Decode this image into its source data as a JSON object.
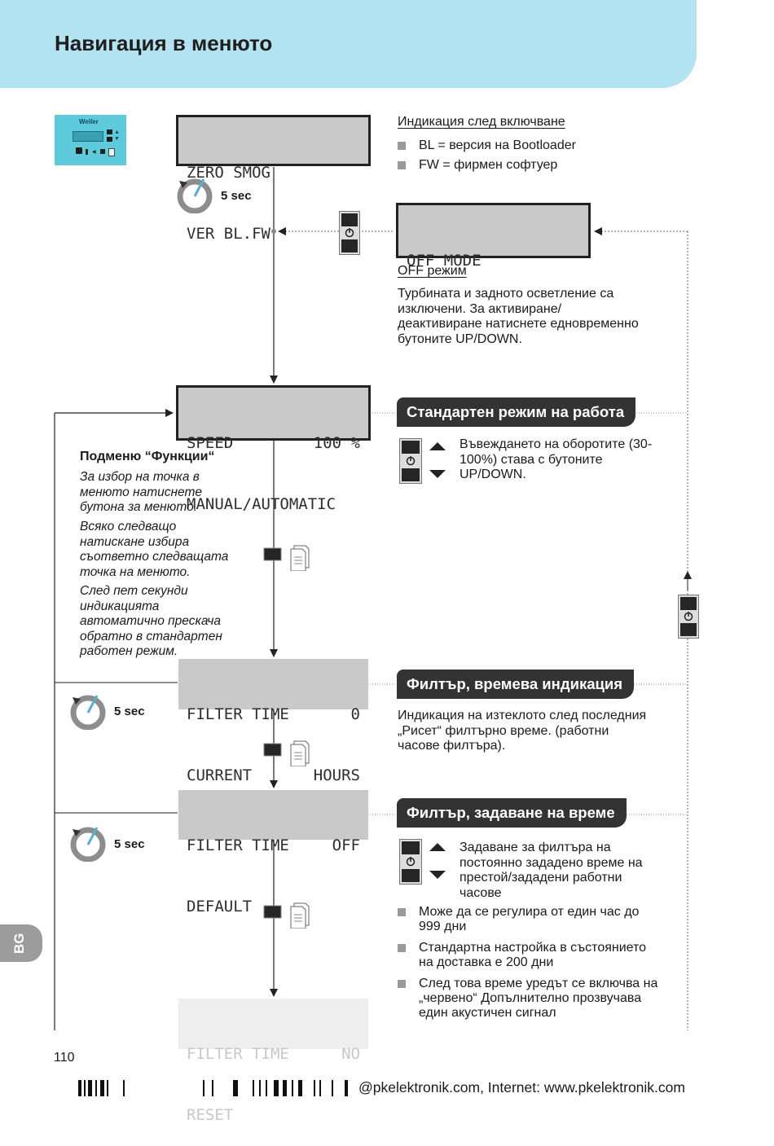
{
  "header": {
    "title": "Навигация в менюто"
  },
  "lcd": {
    "startup": {
      "line1": "ZERO SMOG",
      "line2": "VER BL.FW"
    },
    "off_mode": {
      "line1": "OFF MODE"
    },
    "speed": {
      "line1_left": "SPEED",
      "line1_right": "100 %",
      "line2": "MANUAL/AUTOMATIC"
    },
    "filter_current": {
      "line1_left": "FILTER TIME",
      "line1_right": "0",
      "line2_left": "CURRENT",
      "line2_right": "HOURS"
    },
    "filter_default": {
      "line1_left": "FILTER TIME",
      "line1_right": "OFF",
      "line2": "DEFAULT"
    },
    "filter_reset": {
      "line1_left": "FILTER TIME",
      "line1_right": "NO",
      "line2": "RESET"
    }
  },
  "timers": {
    "t1": "5 sec",
    "t2": "5 sec",
    "t3": "5 sec"
  },
  "startup_info": {
    "heading": "Индикация след включване",
    "bullets": [
      "BL = версия на Bootloader",
      "FW = фирмен софтуер"
    ]
  },
  "off_info": {
    "heading": "OFF режим",
    "text": "Турбината и задното осветление са изключени. За активиране/ деактивиране натиснете едновременно бутоните UP/DOWN."
  },
  "submenu": {
    "heading": "Подменю “Функции“",
    "p1": "За избор на точка в менюто натиснете бутона за менюто.",
    "p2": "Всяко следващо натискане избира съответно следващата точка на менюто.",
    "p3": "След пет секунди индикацията автоматично прескача обратно в стандартен работен режим."
  },
  "sections": {
    "standard": {
      "title": "Стандартен режим на работа",
      "text": "Въвеждането на оборотите (30-100%) става с бутоните UP/DOWN."
    },
    "filter_time": {
      "title": "Филтър, времева индикация",
      "text": "Индикация на изтеклото след последния „Рисет“ филтърно време. (работни часове филтъра)."
    },
    "filter_set": {
      "title": "Филтър, задаване на време",
      "text": "Задаване за филтъра на постоянно зададено време на престой/зададени работни часове",
      "bullets": [
        "Може да се регулира от един час до 999 дни",
        "Стандартна настройка в състоянието на доставка е 200 дни",
        "След това време уредът се включва на „червено“ Допълнително прозвучава един акустичен сигнал"
      ]
    }
  },
  "device_logo": "Weller",
  "lang_tab": "BG",
  "page_number": "110",
  "footer": "@pkelektronik.com, Internet: www.pkelektronik.com",
  "colors": {
    "header_bg": "#b3e3f0",
    "banner_bg": "#333333",
    "lcd_bg": "#c9c9c9",
    "tab_bg": "#9c9c9c",
    "timer_arc": "#5aaed0"
  }
}
